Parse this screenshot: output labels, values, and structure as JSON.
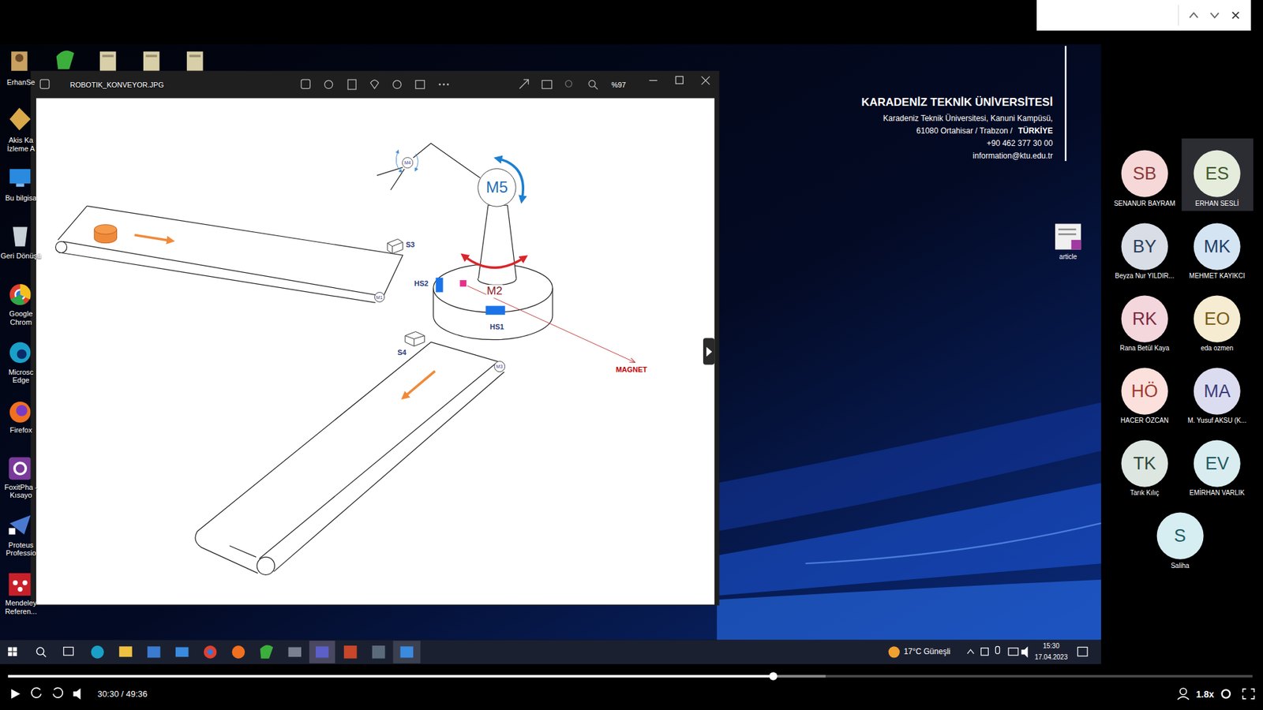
{
  "diagram": {
    "nodes": [
      {
        "text": [
          "M4"
        ]
      },
      {
        "text": [
          "M5"
        ]
      },
      {
        "text": [
          "M1"
        ]
      },
      {
        "text": [
          "M3"
        ]
      },
      {
        "text": [
          "SB",
          "SENANUR BAYRAM"
        ]
      },
      {
        "text": [
          "ES",
          "ERHAN SESLİ"
        ]
      },
      {
        "text": [
          "BY",
          "Beyza Nur YILDIR..."
        ]
      },
      {
        "text": [
          "MK",
          "MEHMET KAYIKCI"
        ]
      },
      {
        "text": [
          "RK",
          "Rana Betül Kaya"
        ]
      },
      {
        "text": [
          "EO",
          "eda ozmen"
        ]
      },
      {
        "text": [
          "HÖ",
          "HACER ÖZCAN"
        ]
      },
      {
        "text": [
          "MA",
          "M. Yusuf AKSU (K..."
        ]
      },
      {
        "text": [
          "TK",
          "Tarık Kılıç"
        ]
      },
      {
        "text": [
          "EV",
          "EMİRHAN VARLIK"
        ]
      },
      {
        "text": [
          "S",
          "Saliha"
        ]
      }
    ],
    "labels": [
      "ROBOTIK_KONVEYOR.JPG",
      "%97",
      "S3",
      "HS2",
      "M2",
      "HS1",
      "S4",
      "MAGNET",
      "KARADENİZ TEKNİK ÜNİVERSİTESİ",
      "Karadeniz Teknik Üniversitesi, Kanuni Kampüsü,",
      "61080 Ortahisar / Trabzon /",
      "TÜRKİYE",
      "+90 462 377 30 00",
      "information@ktu.edu.tr",
      "article",
      "ErhanSe",
      "Akis Ka İzleme A",
      "Bu bilgisa",
      "Geri Dönüşü",
      "Google Chrom",
      "Microsc Edge",
      "Firefox",
      "FoxitPha - Kısayo",
      "Proteus Professio",
      "Mendeley Referen...",
      "17°C Güneşli",
      "15:30",
      "17.04.2023",
      "30:30 / 49:36",
      "1.8x"
    ]
  }
}
